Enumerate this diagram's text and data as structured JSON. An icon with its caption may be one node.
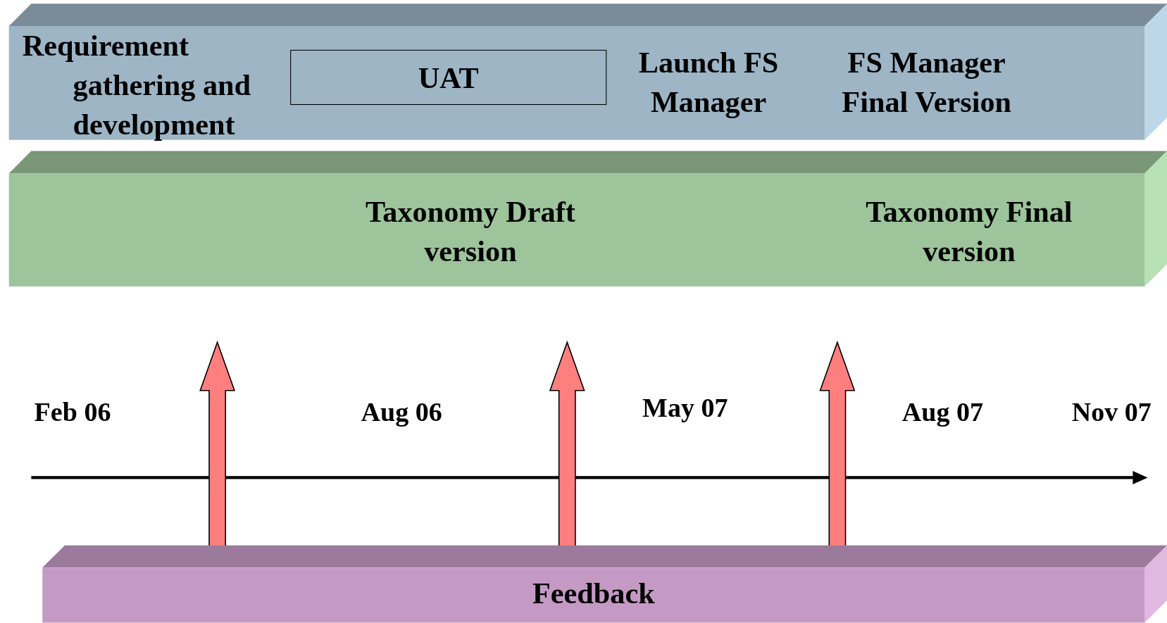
{
  "diagram": {
    "nodes": [
      {
        "text": [
          "Requirement gathering and development",
          "Launch FS Manager",
          "FS Manager Final Version"
        ]
      },
      {
        "text": [
          "UAT"
        ],
        "in": 0
      },
      {
        "text": [
          "Taxonomy Draft version",
          "Taxonomy Final version"
        ]
      },
      {
        "text": [
          "Feedback"
        ]
      }
    ],
    "edges": [
      {
        "from": 3,
        "to": null,
        "arrow": "to"
      },
      {
        "from": 3,
        "to": null,
        "arrow": "to"
      },
      {
        "from": 3,
        "to": null,
        "arrow": "to"
      }
    ],
    "labels": [
      "Feb 06",
      "Aug 06",
      "May 07",
      "Aug 07",
      "Nov 07"
    ]
  }
}
